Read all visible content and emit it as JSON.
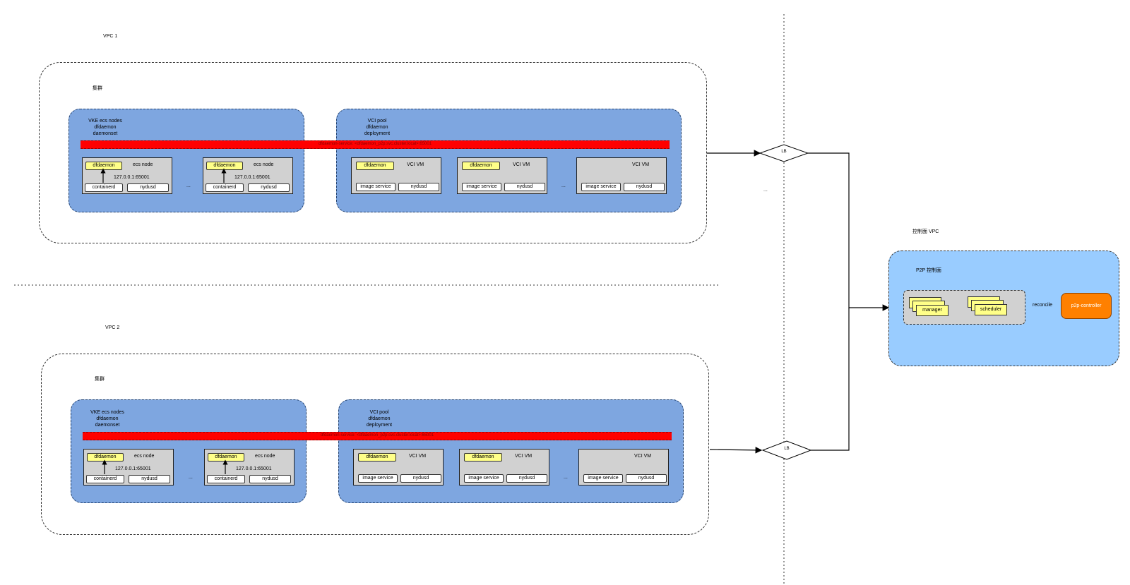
{
  "vpc1": {
    "label": "VPC 1",
    "cluster_label": "集群",
    "vke_pool": {
      "title_lines": [
        "VKE ecs nodes",
        "dfdaemon",
        "daemonset"
      ]
    },
    "vci_pool": {
      "title_lines": [
        "VCI pool",
        "dfdaemon",
        "deployment"
      ]
    },
    "service_bar": "dfdaemon-service: <dfdaemon_p2p.svc.cluster.local>:65001",
    "ecs_nodes": [
      {
        "title": "ecs node",
        "tag": "dfdaemon",
        "addr": "127.0.0.1:65001",
        "left_pill": "containerd",
        "right_pill": "nydusd"
      },
      {
        "title": "ecs node",
        "tag": "dfdaemon",
        "addr": "127.0.0.1:65001",
        "left_pill": "containerd",
        "right_pill": "nydusd"
      }
    ],
    "vci_nodes": [
      {
        "title": "VCI VM",
        "tag": "dfdaemon",
        "left_pill": "image service",
        "right_pill": "nydusd"
      },
      {
        "title": "VCI VM",
        "tag": "dfdaemon",
        "left_pill": "image service",
        "right_pill": "nydusd"
      },
      {
        "title": "VCI VM",
        "tag": "",
        "left_pill": "image service",
        "right_pill": "nydusd"
      }
    ],
    "ellipsis": "..."
  },
  "vpc2": {
    "label": "VPC 2",
    "cluster_label": "集群",
    "vke_pool": {
      "title_lines": [
        "VKE ecs nodes",
        "dfdaemon",
        "daemonset"
      ]
    },
    "vci_pool": {
      "title_lines": [
        "VCI pool",
        "dfdaemon",
        "deployment"
      ]
    },
    "service_bar": "dfdaemon-service: <dfdaemon_p2p.svc.cluster.local>:65001",
    "ecs_nodes": [
      {
        "title": "ecs node",
        "tag": "dfdaemon",
        "addr": "127.0.0.1:65001",
        "left_pill": "containerd",
        "right_pill": "nydusd"
      },
      {
        "title": "ecs node",
        "tag": "dfdaemon",
        "addr": "127.0.0.1:65001",
        "left_pill": "containerd",
        "right_pill": "nydusd"
      }
    ],
    "vci_nodes": [
      {
        "title": "VCI VM",
        "tag": "dfdaemon",
        "left_pill": "image service",
        "right_pill": "nydusd"
      },
      {
        "title": "VCI VM",
        "tag": "dfdaemon",
        "left_pill": "image service",
        "right_pill": "nydusd"
      },
      {
        "title": "VCI VM",
        "tag": "",
        "left_pill": "image service",
        "right_pill": "nydusd"
      }
    ],
    "ellipsis": "..."
  },
  "lb1": "LB",
  "lb2": "LB",
  "middle_ellipsis": "...",
  "control": {
    "vpc_label": "控制面 VPC",
    "plane_label": "P2P 控制面",
    "manager": "manager",
    "scheduler": "scheduler",
    "reconcile": "reconcile",
    "controller": "p2p-controller"
  },
  "colors": {
    "pool": "#7ea6e0",
    "node": "#d1d1d1",
    "tag": "#ffff88",
    "service_bar": "#ff0000",
    "control_vpc": "#99ccff",
    "controller": "#ff8000"
  }
}
